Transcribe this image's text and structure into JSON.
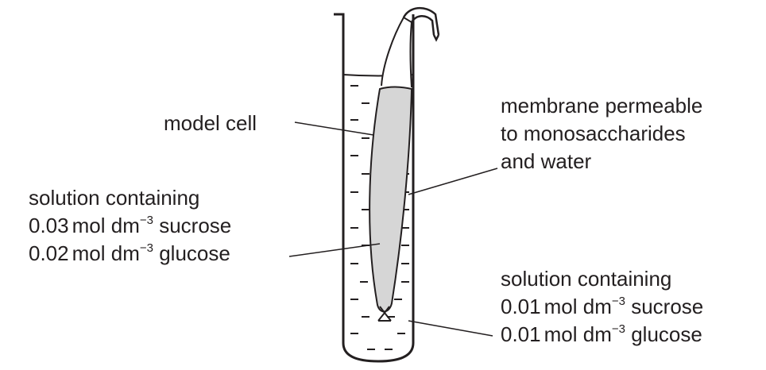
{
  "labels": {
    "model_cell": "model cell",
    "membrane": [
      "membrane permeable",
      "to monosaccharides",
      "and water"
    ],
    "inner_solution": {
      "line1": "solution containing",
      "row2": {
        "amount": "0.03",
        "unit": "mol dm",
        "exp": "−3",
        "solute": "sucrose"
      },
      "row3": {
        "amount": "0.02",
        "unit": "mol dm",
        "exp": "−3",
        "solute": "glucose"
      }
    },
    "outer_solution": {
      "line1": "solution containing",
      "row2": {
        "amount": "0.01",
        "unit": "mol dm",
        "exp": "−3",
        "solute": "sucrose"
      },
      "row3": {
        "amount": "0.01",
        "unit": "mol dm",
        "exp": "−3",
        "solute": "glucose"
      }
    }
  },
  "colors": {
    "ink": "#231f20",
    "cell_fill": "#d6d6d6",
    "background": "#ffffff"
  }
}
